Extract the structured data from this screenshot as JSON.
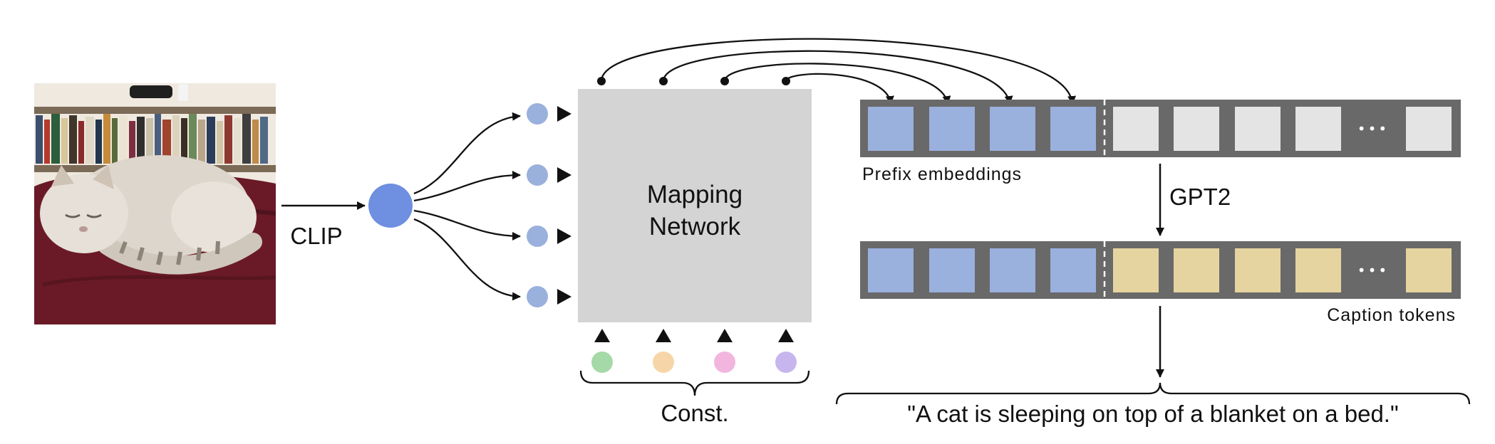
{
  "image": {
    "subject": "cat-photo",
    "colors": {
      "wall": "#efeae2",
      "shelf": "#7b6a55",
      "blanket": "#6a1a26",
      "fur": "#dcd5cc"
    }
  },
  "clip_label": "CLIP",
  "mapping_network": {
    "line1": "Mapping",
    "line2": "Network"
  },
  "prefix_label": "Prefix embeddings",
  "gpt2_label": "GPT2",
  "caption_tokens_label": "Caption tokens",
  "const_label": "Const.",
  "caption": "\"A cat is sleeping on top of a blanket on a bed.\"",
  "ellipsis": "•••",
  "colors": {
    "clip_node": "#6f8fe0",
    "small_node": "#9ab0dd",
    "mapping_box": "#d4d4d4",
    "strip": "#696969",
    "prefix_token": "#9ab0dd",
    "output_token": "#e6d4a0",
    "empty_token": "#e4e4e4",
    "const": [
      "#a6d9a8",
      "#f6d6a8",
      "#f2b6de",
      "#c7b6ee"
    ]
  }
}
